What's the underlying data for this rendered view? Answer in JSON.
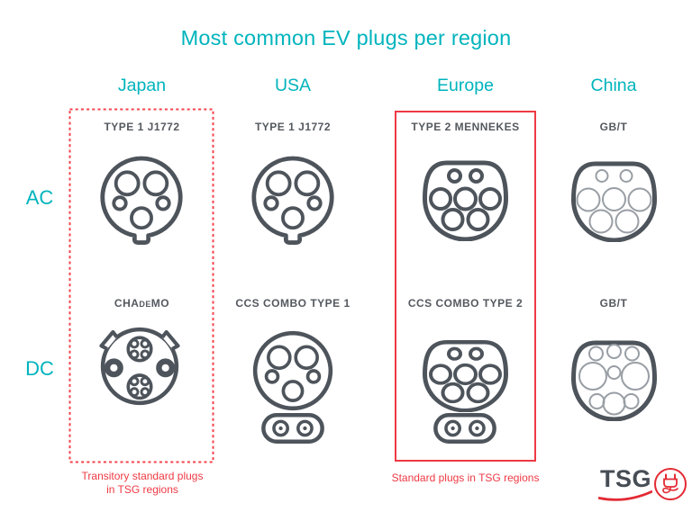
{
  "title": "Most common EV plugs per region",
  "columns": [
    {
      "id": "japan",
      "label": "Japan"
    },
    {
      "id": "usa",
      "label": "USA"
    },
    {
      "id": "europe",
      "label": "Europe"
    },
    {
      "id": "china",
      "label": "China"
    }
  ],
  "rows": [
    {
      "id": "ac",
      "label": "AC"
    },
    {
      "id": "dc",
      "label": "DC"
    }
  ],
  "plugs": {
    "japan_ac": {
      "label": "TYPE 1 J1772",
      "icon": "type1-j1772-plug"
    },
    "usa_ac": {
      "label": "TYPE 1 J1772",
      "icon": "type1-j1772-plug"
    },
    "europe_ac": {
      "label": "TYPE 2 MENNEKES",
      "icon": "type2-mennekes-plug"
    },
    "china_ac": {
      "label": "GB/T",
      "icon": "gbt-ac-plug"
    },
    "japan_dc": {
      "label_parts": [
        "CHA",
        "de",
        "MO"
      ],
      "icon": "chademo-plug"
    },
    "usa_dc": {
      "label": "CCS COMBO TYPE 1",
      "icon": "ccs-combo-type1-plug"
    },
    "europe_dc": {
      "label": "CCS COMBO TYPE 2",
      "icon": "ccs-combo-type2-plug"
    },
    "china_dc": {
      "label": "GB/T",
      "icon": "gbt-dc-plug"
    }
  },
  "annotations": {
    "transitory_line1": "Transitory standard plugs",
    "transitory_line2": "in TSG regions",
    "standard": "Standard plugs in TSG regions"
  },
  "logo": {
    "text": "TSG"
  },
  "colors": {
    "teal": "#00b4bd",
    "plug_stroke": "#4e545b",
    "label_text": "#54595f",
    "inner_light": "#989ea4",
    "red": "#ee3a44",
    "logo_red": "#e32a34",
    "logo_text": "#474d55"
  }
}
